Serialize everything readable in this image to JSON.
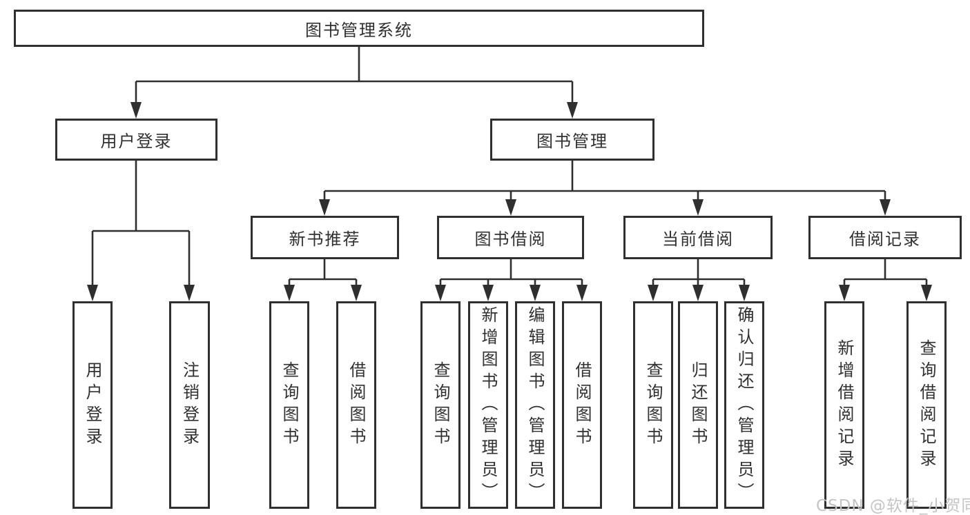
{
  "diagram": {
    "root": "图书管理系统",
    "branches": {
      "user_login": "用户登录",
      "book_management": "图书管理"
    },
    "modules": {
      "new_book_recommend": "新书推荐",
      "book_borrow": "图书借阅",
      "current_borrow": "当前借阅",
      "borrow_record": "借阅记录"
    },
    "leaves": {
      "user_login": "用户登录",
      "logout": "注销登录",
      "recommend_query_book": "查询图书",
      "recommend_borrow_book": "借阅图书",
      "borrow_query_book": "查询图书",
      "borrow_add_book": "新增图书（管理员）",
      "borrow_edit_book": "编辑图书（管理员）",
      "borrow_borrow_book": "借阅图书",
      "current_query_book": "查询图书",
      "current_return_book": "归还图书",
      "current_confirm_return": "确认归还（管理员）",
      "record_add": "新增借阅记录",
      "record_query": "查询借阅记录"
    }
  },
  "watermark": "CSDN @软件_小贺同学",
  "colors": {
    "line": "#2f2f2f",
    "text": "#303030",
    "bg": "#ffffff",
    "wm": "#c4c4c4"
  }
}
